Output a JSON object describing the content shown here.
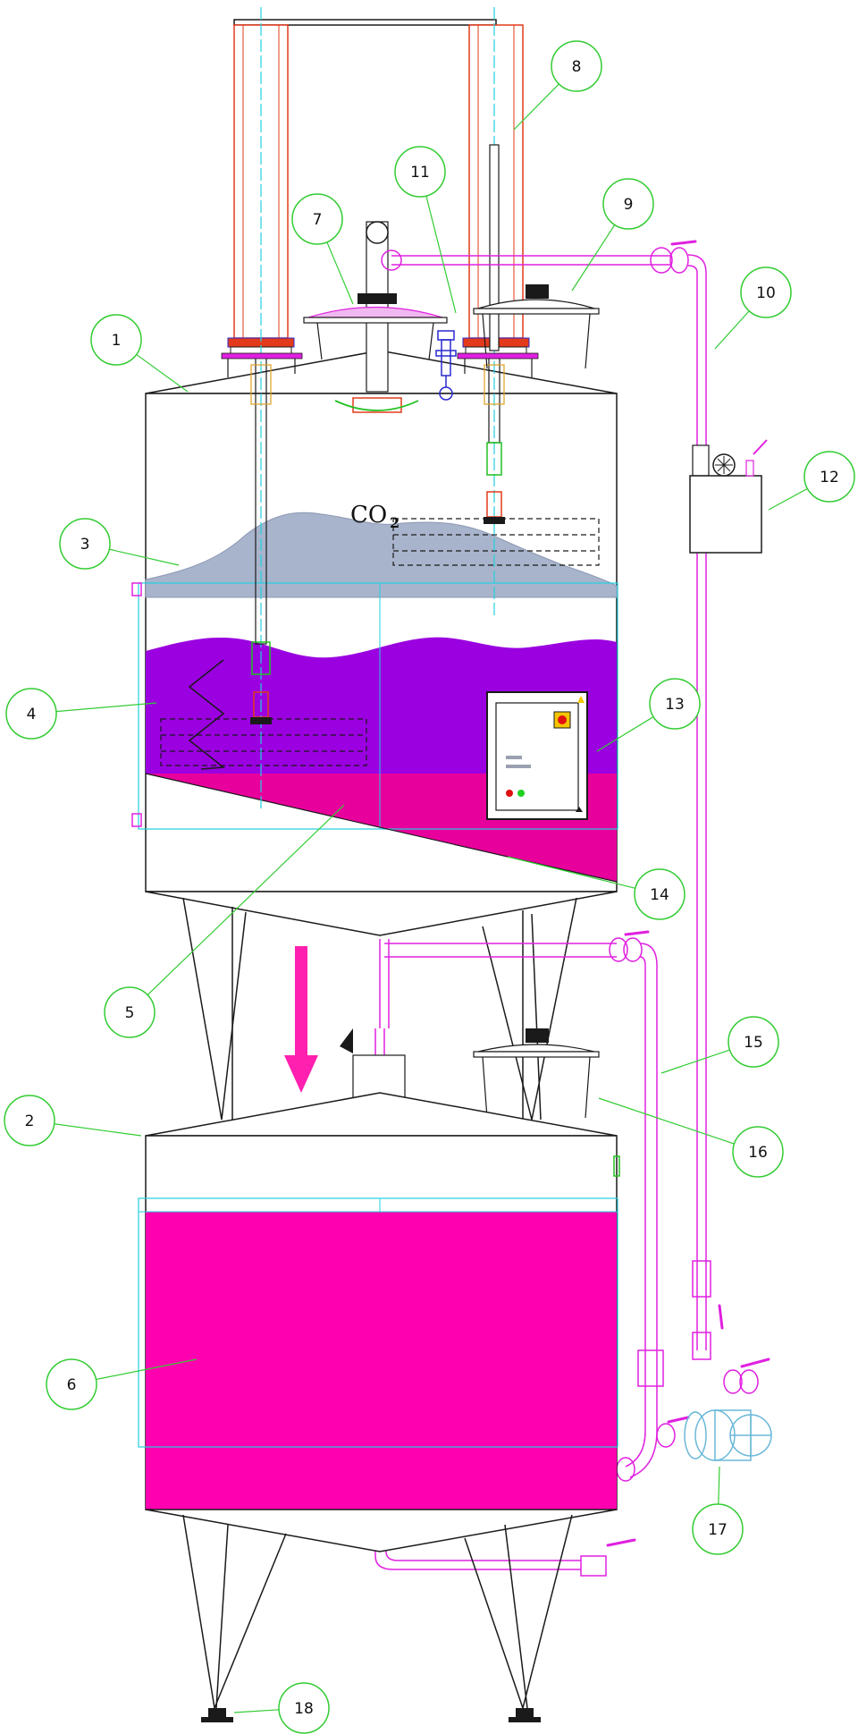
{
  "diagram": {
    "gas_label": "CO",
    "gas_label_subscript": "2",
    "callouts": [
      {
        "id": "1",
        "label": "1"
      },
      {
        "id": "2",
        "label": "2"
      },
      {
        "id": "3",
        "label": "3"
      },
      {
        "id": "4",
        "label": "4"
      },
      {
        "id": "5",
        "label": "5"
      },
      {
        "id": "6",
        "label": "6"
      },
      {
        "id": "7",
        "label": "7"
      },
      {
        "id": "8",
        "label": "8"
      },
      {
        "id": "9",
        "label": "9"
      },
      {
        "id": "10",
        "label": "10"
      },
      {
        "id": "11",
        "label": "11"
      },
      {
        "id": "12",
        "label": "12"
      },
      {
        "id": "13",
        "label": "13"
      },
      {
        "id": "14",
        "label": "14"
      },
      {
        "id": "15",
        "label": "15"
      },
      {
        "id": "16",
        "label": "16"
      },
      {
        "id": "17",
        "label": "17"
      },
      {
        "id": "18",
        "label": "18"
      }
    ]
  },
  "colors": {
    "line": "#1a1a1a",
    "callout_circle": "#33cc33",
    "pipe": "#e020e0",
    "liquid_upper": "#9a00e0",
    "liquid_lower": "#ff00b0",
    "cap_foam": "#a8b4cc",
    "pump": "#6ab8d8",
    "column": "#e23a1a",
    "guide": "#22d0e0",
    "arrow": "#ff20b0",
    "valve_blue": "#2a2ad0"
  }
}
